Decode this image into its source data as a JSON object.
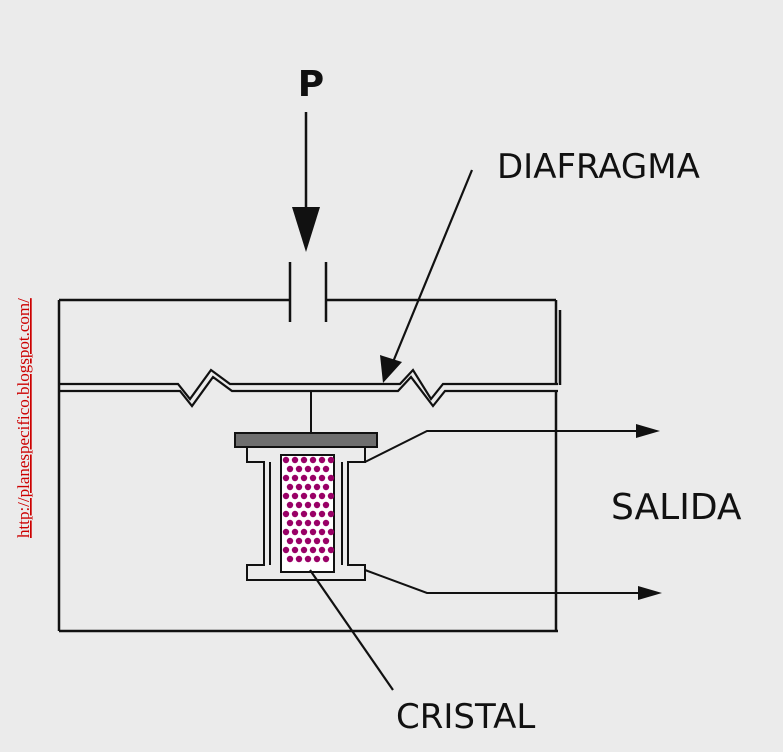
{
  "labels": {
    "pressure": "P",
    "diaphragm": "DIAFRAGMA",
    "output": "SALIDA",
    "crystal": "CRISTAL"
  },
  "watermark": "http://planespecifico.blogspot.com/",
  "colors": {
    "background": "#ebebeb",
    "line": "#111111",
    "plate": "#6e6e6e",
    "crystal_dot": "#990066",
    "watermark": "#cc0000"
  }
}
